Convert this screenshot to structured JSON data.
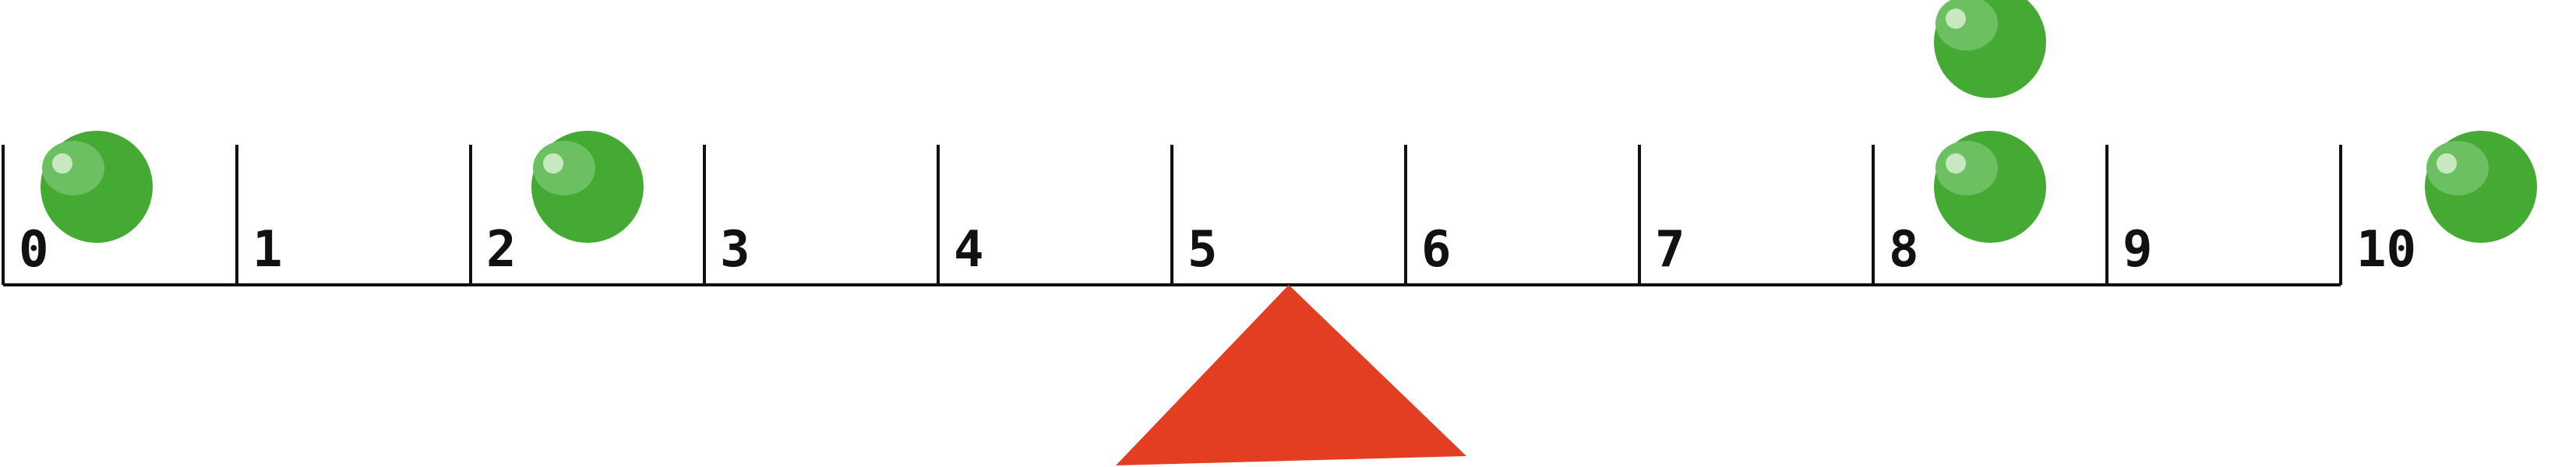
{
  "beam": {
    "labels": [
      "0",
      "1",
      "2",
      "3",
      "4",
      "5",
      "6",
      "7",
      "8",
      "9",
      "10"
    ]
  },
  "fulcrum": {
    "position": 5.5
  },
  "balls": [
    {
      "position": 0.4,
      "stack": 0
    },
    {
      "position": 2.5,
      "stack": 0
    },
    {
      "position": 8.5,
      "stack": 0
    },
    {
      "position": 8.5,
      "stack": 1
    },
    {
      "position": 10.6,
      "stack": 0
    }
  ],
  "colors": {
    "line": "#111111",
    "ball": "#44aa33",
    "ball_highlight": "#6dc061",
    "ball_shine": "#c8e8c0",
    "fulcrum": "#e43e22"
  }
}
